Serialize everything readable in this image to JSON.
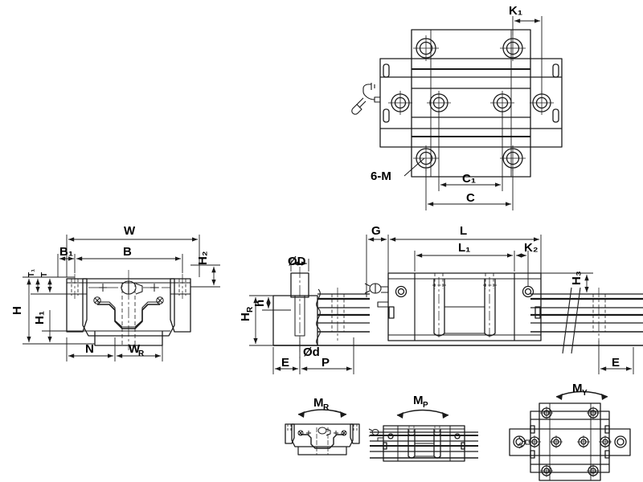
{
  "drawing": {
    "title": "Linear guideway block and rail dimensional drawing",
    "line_color": "#1a1a1a",
    "background_color": "#ffffff"
  },
  "views": {
    "top": {
      "name": "top-view",
      "labels": {
        "k1": "K₁",
        "c1": "C₁",
        "c": "C",
        "mounting_holes": "6-M"
      }
    },
    "front_section": {
      "name": "front-cross-section-view",
      "labels": {
        "w": "W",
        "b": "B",
        "b1": "B₁",
        "h": "H",
        "h1": "H₁",
        "h2": "H₂",
        "t": "T",
        "t1": "T₁",
        "n": "N",
        "wr": "WR"
      },
      "wr_label": "W",
      "wr_sub": "R"
    },
    "side": {
      "name": "side-elevation-view",
      "labels": {
        "g": "G",
        "l": "L",
        "l1": "L₁",
        "k2": "K₂",
        "h3": "H₃",
        "hr": "H",
        "hr_sub": "R",
        "h_small": "h",
        "dia_d_large": "ØD",
        "dia_d_small": "Ød",
        "e_left": "E",
        "p": "P",
        "e_right": "E"
      }
    },
    "moments": [
      {
        "name": "moment-mr",
        "label": "M",
        "sub": "R",
        "view": "end-view"
      },
      {
        "name": "moment-mp",
        "label": "M",
        "sub": "P",
        "view": "side-view"
      },
      {
        "name": "moment-my",
        "label": "M",
        "sub": "Y",
        "view": "top-view"
      }
    ]
  }
}
